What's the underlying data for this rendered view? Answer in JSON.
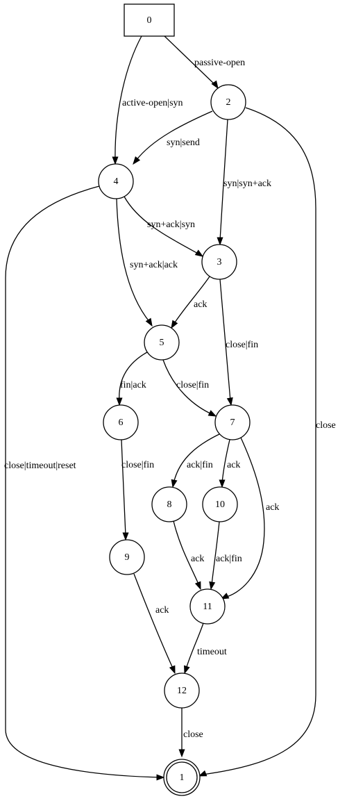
{
  "nodes": [
    {
      "id": "0",
      "label": "0",
      "shape": "box"
    },
    {
      "id": "2",
      "label": "2",
      "shape": "circle"
    },
    {
      "id": "4",
      "label": "4",
      "shape": "circle"
    },
    {
      "id": "3",
      "label": "3",
      "shape": "circle"
    },
    {
      "id": "5",
      "label": "5",
      "shape": "circle"
    },
    {
      "id": "6",
      "label": "6",
      "shape": "circle"
    },
    {
      "id": "7",
      "label": "7",
      "shape": "circle"
    },
    {
      "id": "8",
      "label": "8",
      "shape": "circle"
    },
    {
      "id": "10",
      "label": "10",
      "shape": "circle"
    },
    {
      "id": "9",
      "label": "9",
      "shape": "circle"
    },
    {
      "id": "11",
      "label": "11",
      "shape": "circle"
    },
    {
      "id": "12",
      "label": "12",
      "shape": "circle"
    },
    {
      "id": "1",
      "label": "1",
      "shape": "doublecircle"
    }
  ],
  "edges": [
    {
      "from": "0",
      "to": "2",
      "label": "passive-open"
    },
    {
      "from": "0",
      "to": "4",
      "label": "active-open|syn"
    },
    {
      "from": "2",
      "to": "4",
      "label": "syn|send"
    },
    {
      "from": "2",
      "to": "3",
      "label": "syn|syn+ack"
    },
    {
      "from": "2",
      "to": "1",
      "label": "close"
    },
    {
      "from": "4",
      "to": "3",
      "label": "syn+ack|syn"
    },
    {
      "from": "4",
      "to": "5",
      "label": "syn+ack|ack"
    },
    {
      "from": "4",
      "to": "1",
      "label": "close|timeout|reset"
    },
    {
      "from": "3",
      "to": "5",
      "label": "ack"
    },
    {
      "from": "3",
      "to": "7",
      "label": "close|fin"
    },
    {
      "from": "5",
      "to": "6",
      "label": "fin|ack"
    },
    {
      "from": "5",
      "to": "7",
      "label": "close|fin"
    },
    {
      "from": "6",
      "to": "9",
      "label": "close|fin"
    },
    {
      "from": "7",
      "to": "8",
      "label": "ack|fin"
    },
    {
      "from": "7",
      "to": "10",
      "label": "ack"
    },
    {
      "from": "7",
      "to": "11",
      "label": "ack"
    },
    {
      "from": "8",
      "to": "11",
      "label": "ack"
    },
    {
      "from": "10",
      "to": "11",
      "label": "ack|fin"
    },
    {
      "from": "9",
      "to": "12",
      "label": "ack"
    },
    {
      "from": "11",
      "to": "12",
      "label": "timeout"
    },
    {
      "from": "12",
      "to": "1",
      "label": "close"
    }
  ]
}
